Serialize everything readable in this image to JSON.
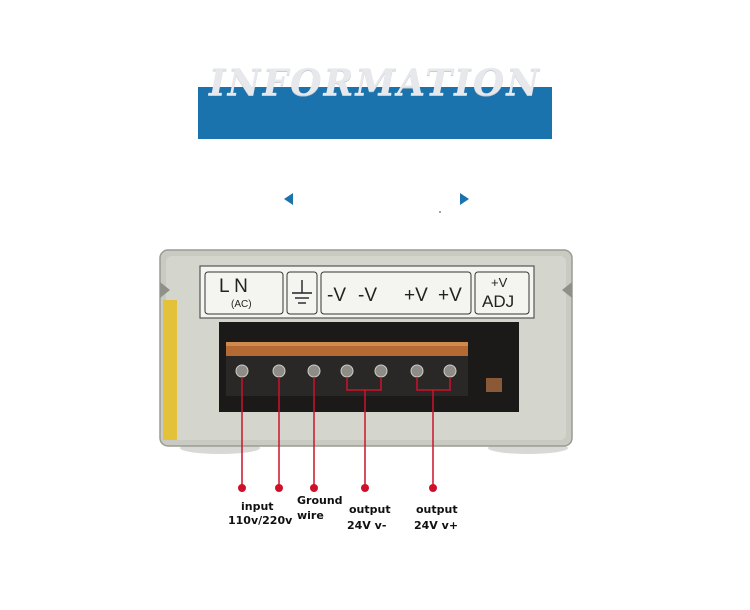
{
  "banner": {
    "title": "INFORMATION"
  },
  "terminal_strip": {
    "ln": "L   N",
    "ac": "(AC)",
    "minus_v": [
      "-V",
      "-V"
    ],
    "plus_v": [
      "+V",
      "+V"
    ],
    "adj_top": "+V",
    "adj_bottom": "ADJ"
  },
  "callouts": {
    "input_line1": "input",
    "input_line2": "110v/220v",
    "ground_line1": "Ground",
    "ground_line2": "wire",
    "out_minus_line1": "output",
    "out_minus_line2": "24V v-",
    "out_plus_line1": "output",
    "out_plus_line2": "24V v+"
  },
  "colors": {
    "banner": "#1b73ad",
    "callout": "#d0102a",
    "case": "#c9cbc3"
  }
}
